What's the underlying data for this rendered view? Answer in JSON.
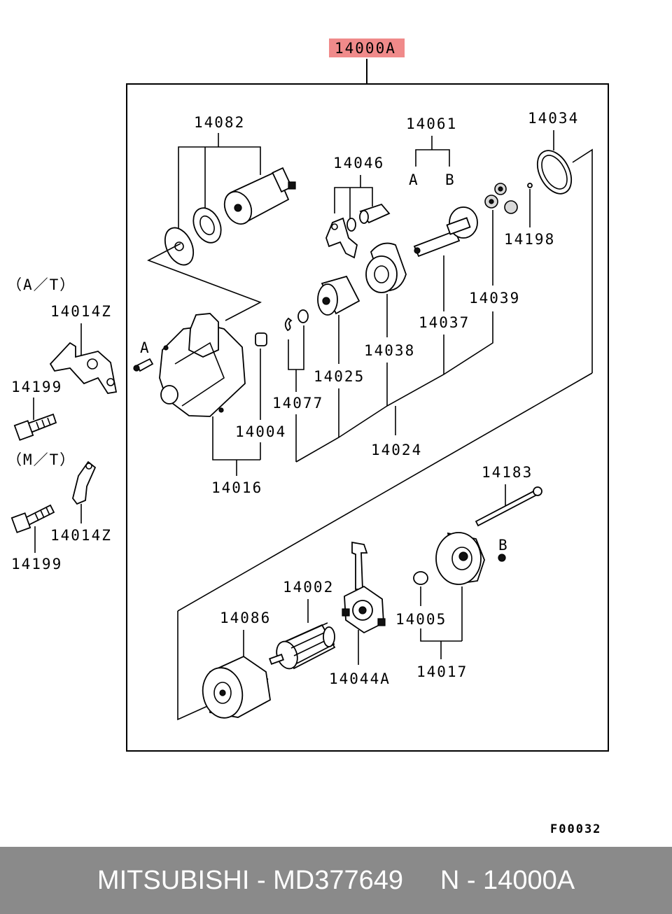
{
  "assembly_label": "14000A",
  "drawing_code": "F00032",
  "variant_labels": {
    "at": "（A／T）",
    "mt": "（M／T）"
  },
  "letter_marks": {
    "a": "A",
    "b": "B"
  },
  "parts": {
    "p14082": "14082",
    "p14061": "14061",
    "p14046": "14046",
    "p14034": "14034",
    "p14198": "14198",
    "p14039": "14039",
    "p14037": "14037",
    "p14038": "14038",
    "p14025": "14025",
    "p14077": "14077",
    "p14004": "14004",
    "p14024": "14024",
    "p14016": "14016",
    "p14014z_at": "14014Z",
    "p14199_at": "14199",
    "p14014z_mt": "14014Z",
    "p14199_mt": "14199",
    "p14183": "14183",
    "p14002": "14002",
    "p14086": "14086",
    "p14005": "14005",
    "p14044a": "14044A",
    "p14017": "14017"
  },
  "footer": {
    "text": "MITSUBISHI - MD377649     N - 14000A"
  },
  "colors": {
    "highlight": "#f08a8a",
    "footer_bg": "#8a8a8a"
  }
}
